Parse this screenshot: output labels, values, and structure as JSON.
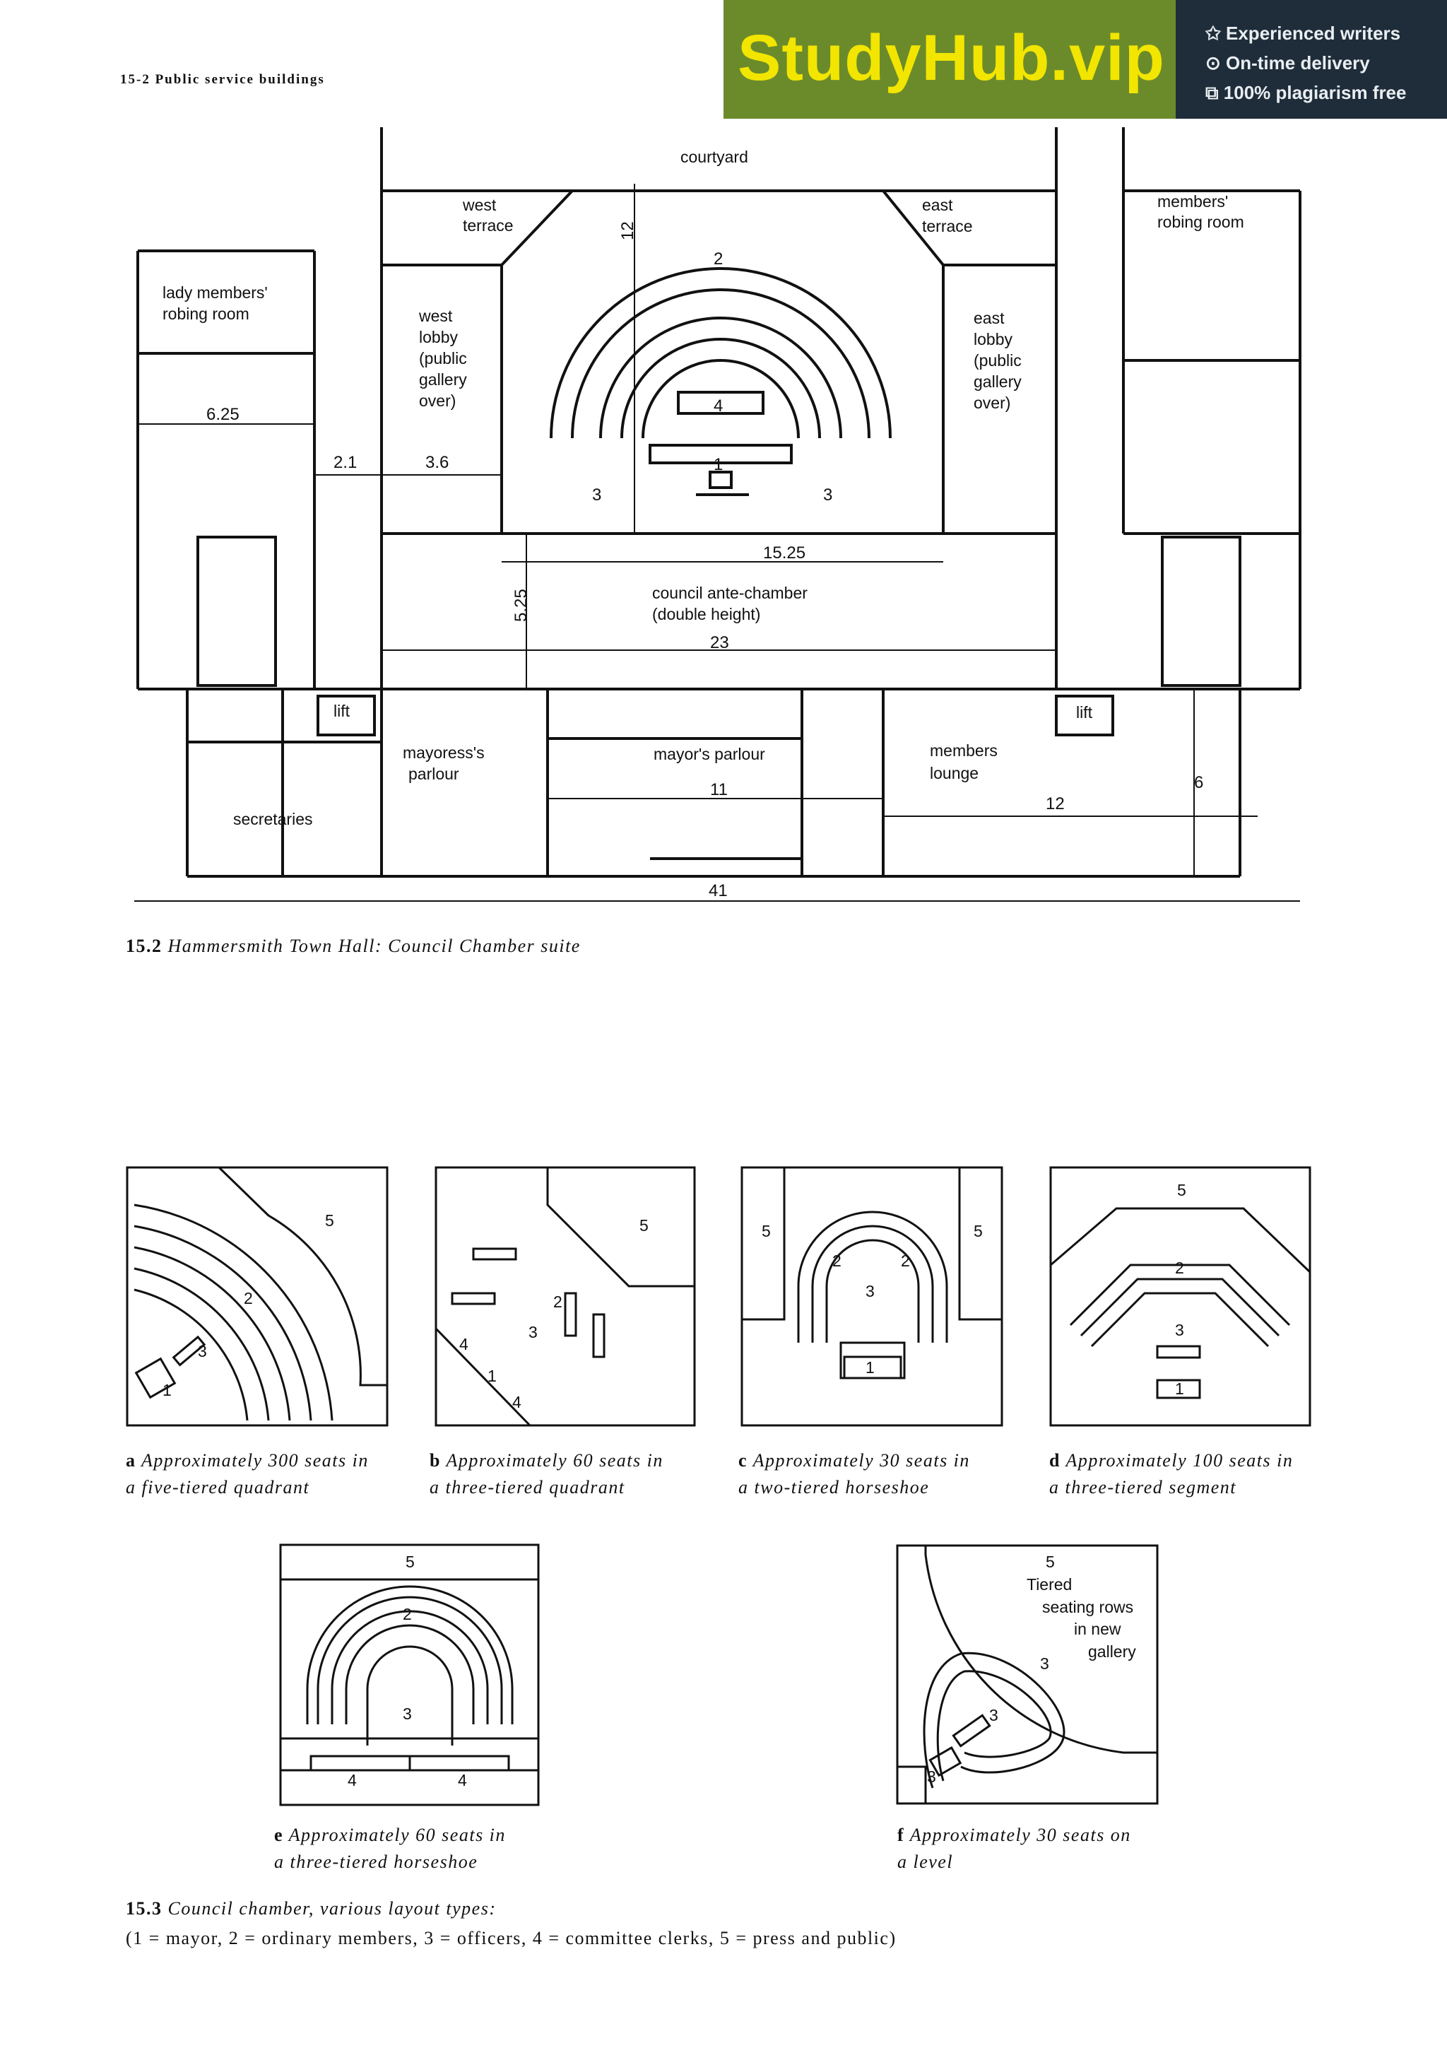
{
  "header": {
    "label": "15-2 Public service buildings"
  },
  "banner": {
    "logo": "StudyHub.vip",
    "items": [
      "✩ Experienced writers",
      "⊙ On-time delivery",
      "⧉ 100% plagiarism free"
    ],
    "colors": {
      "green": "#6b8b2b",
      "dark": "#1f2d3a",
      "logo": "#f2e500"
    }
  },
  "plan": {
    "rooms": {
      "courtyard": "courtyard",
      "west_terrace": [
        "west",
        "terrace"
      ],
      "east_terrace": [
        "east",
        "terrace"
      ],
      "members_robing": [
        "members'",
        "robing  room"
      ],
      "lady_members": [
        "lady  members'",
        "robing  room"
      ],
      "west_lobby": [
        "west",
        "lobby",
        "(public",
        "gallery",
        "over)"
      ],
      "east_lobby": [
        "east",
        "lobby",
        "(public",
        "gallery",
        "over)"
      ],
      "council_ante": [
        "council  ante-chamber",
        "(double  height)"
      ],
      "mayoress": [
        "mayoress's",
        "parlour"
      ],
      "mayors_parlour": "mayor's  parlour",
      "members_lounge": [
        "members",
        "lounge"
      ],
      "secretaries": "secretaries",
      "lift": "lift"
    },
    "dims": {
      "d625": "6.25",
      "d21": "2.1",
      "d36": "3.6",
      "d1525": "15.25",
      "d525": "5.25",
      "d23": "23",
      "d11": "11",
      "d12": "12",
      "d6": "6",
      "d41": "41",
      "d12v": "12"
    },
    "marks": {
      "m1": "1",
      "m2": "2",
      "m3": "3",
      "m4": "4"
    }
  },
  "fig152": {
    "num": "15.2",
    "text": "Hammersmith  Town  Hall:  Council  Chamber  suite"
  },
  "layouts": [
    {
      "letter": "a",
      "line1": "Approximately  300  seats  in",
      "line2": "a  five-tiered  quadrant"
    },
    {
      "letter": "b",
      "line1": "Approximately  60  seats  in",
      "line2": "a  three-tiered  quadrant"
    },
    {
      "letter": "c",
      "line1": "Approximately  30  seats  in",
      "line2": "a  two-tiered  horseshoe"
    },
    {
      "letter": "d",
      "line1": "Approximately  100  seats  in",
      "line2": "a  three-tiered  segment"
    },
    {
      "letter": "e",
      "line1": "Approximately  60  seats  in",
      "line2": "a  three-tiered  horseshoe"
    },
    {
      "letter": "f",
      "line1": "Approximately  30  seats  on",
      "line2": "a  level"
    }
  ],
  "diagram_f_text": [
    "5",
    "Tiered",
    "seating  rows",
    "in  new",
    "gallery"
  ],
  "fig153": {
    "num": "15.3",
    "text": "Council  chamber,  various  layout  types:",
    "legend": "(1  =  mayor,  2  =  ordinary  members,  3  =  officers,  4  =  committee  clerks,  5  =  press  and  public)"
  }
}
